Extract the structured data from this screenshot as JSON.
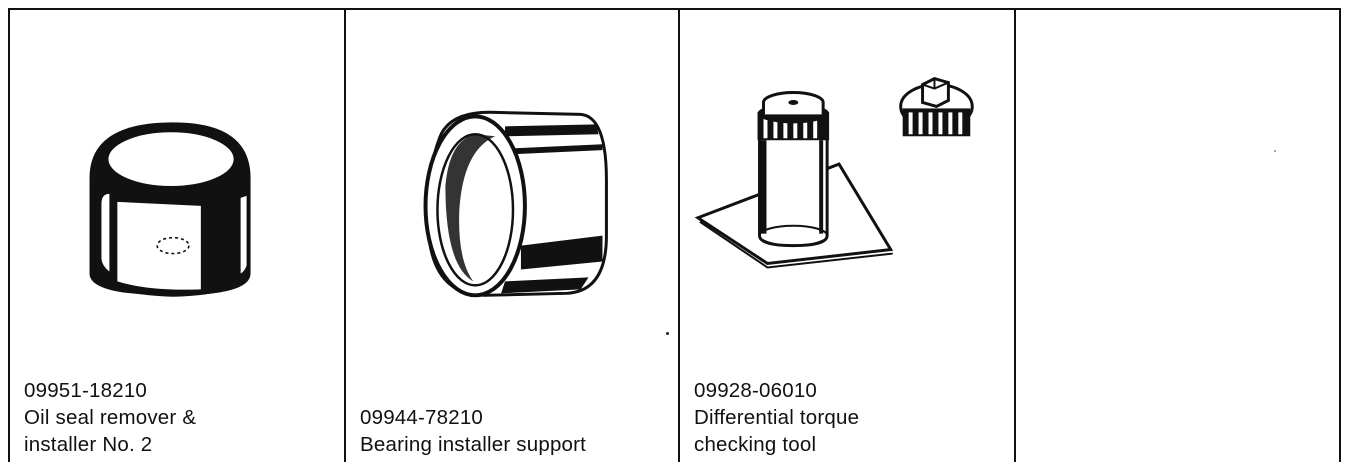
{
  "tools": [
    {
      "part_number": "09951-18210",
      "name_lines": [
        "Oil seal remover &",
        "installer No. 2"
      ]
    },
    {
      "part_number": "09944-78210",
      "name_lines": [
        "Bearing installer support"
      ]
    },
    {
      "part_number": "09928-06010",
      "name_lines": [
        "Differential torque",
        "checking tool"
      ]
    }
  ]
}
